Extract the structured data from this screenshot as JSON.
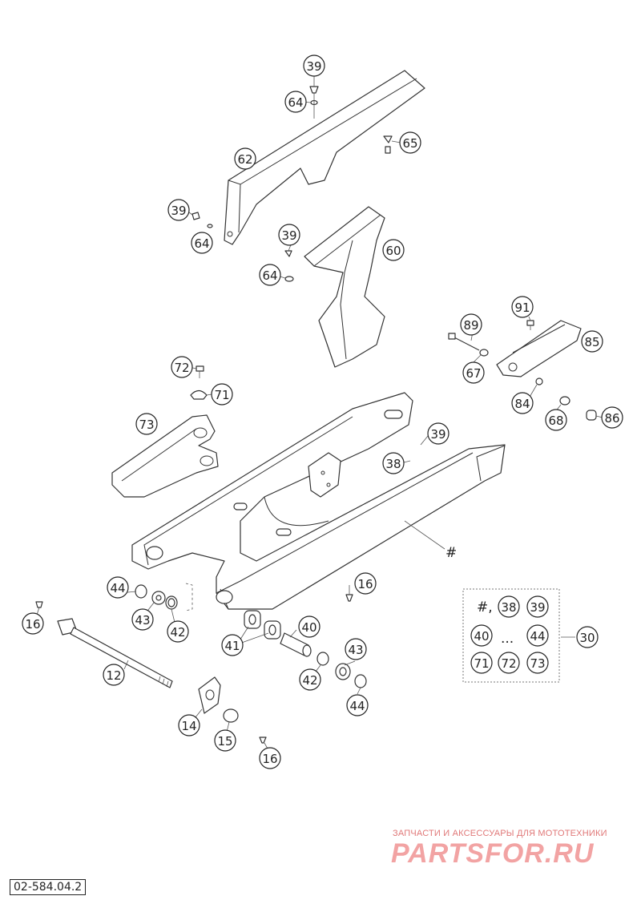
{
  "document_code": "02-584.04.2",
  "watermark": {
    "subtitle": "ЗАПЧАСТИ И АКСЕССУАРЫ ДЛЯ МОТОТЕХНИКИ",
    "brand": "PARTSFOR.RU"
  },
  "frame_marker": "#",
  "kit": {
    "label": "30",
    "lines": [
      "#,",
      "...",
      ""
    ],
    "items": [
      "38",
      "39",
      "40",
      "44",
      "71",
      "72",
      "73"
    ]
  },
  "callouts": [
    "39",
    "64",
    "65",
    "62",
    "39",
    "64",
    "39",
    "60",
    "64",
    "91",
    "89",
    "85",
    "67",
    "72",
    "71",
    "84",
    "68",
    "86",
    "73",
    "39",
    "38",
    "16",
    "44",
    "43",
    "42",
    "40",
    "43",
    "41",
    "42",
    "44",
    "16",
    "12",
    "14",
    "15",
    "16"
  ]
}
